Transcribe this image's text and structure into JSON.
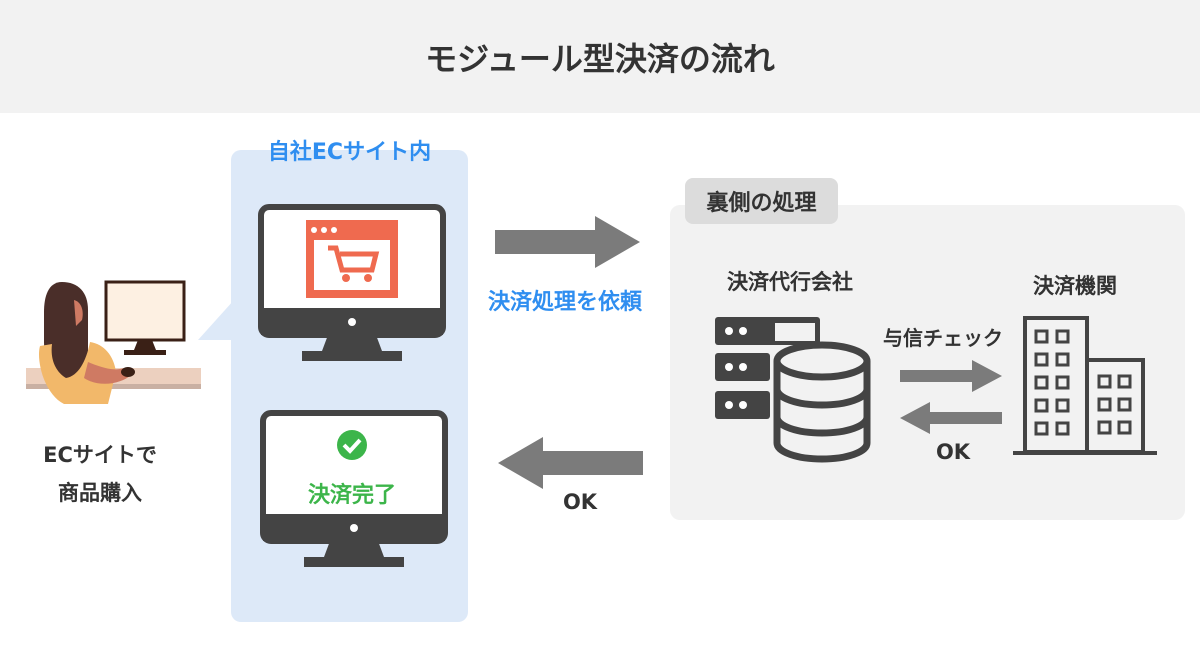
{
  "title": "モジュール型決済の流れ",
  "customer": {
    "line1": "ECサイトで",
    "line2": "商品購入"
  },
  "ec_site": {
    "label": "自社ECサイト内",
    "complete_label": "決済完了"
  },
  "request_label": "決済処理を依頼",
  "return_ok": "OK",
  "backend": {
    "tag": "裏側の処理",
    "agent_label": "決済代行会社",
    "institution_label": "決済機関",
    "credit_check": "与信チェック",
    "ok": "OK"
  },
  "colors": {
    "blue_text": "#2f8ef0",
    "green": "#3cb54a",
    "orange": "#ef6a4f",
    "arrow": "#7b7b7b",
    "icon": "#444444"
  }
}
